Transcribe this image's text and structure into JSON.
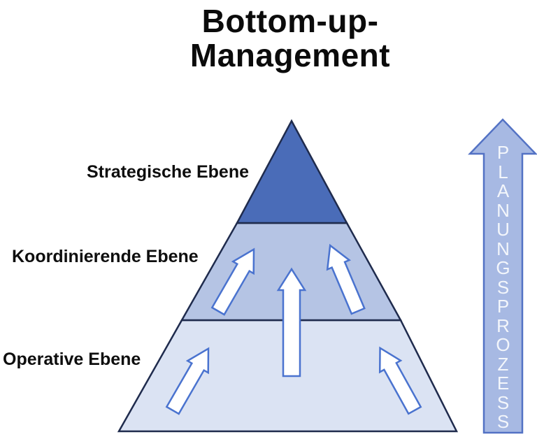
{
  "title": {
    "line1": "Bottom-up-",
    "line2": "Management"
  },
  "pyramid": {
    "levels": [
      {
        "label": "Strategische Ebene",
        "color": "#4a6cb8"
      },
      {
        "label": "Koordinierende Ebene",
        "color": "#b5c4e4"
      },
      {
        "label": "Operative Ebene",
        "color": "#dbe3f3"
      }
    ],
    "outline_color": "#1f2b4d",
    "flow_arrow_fill": "#ffffff",
    "flow_arrow_outline": "#4a73cf"
  },
  "process_arrow": {
    "label": "PLANUNGSPROZESS",
    "fill": "#a7b9e3",
    "outline": "#5372c4",
    "text_color": "#f3f6fb"
  }
}
